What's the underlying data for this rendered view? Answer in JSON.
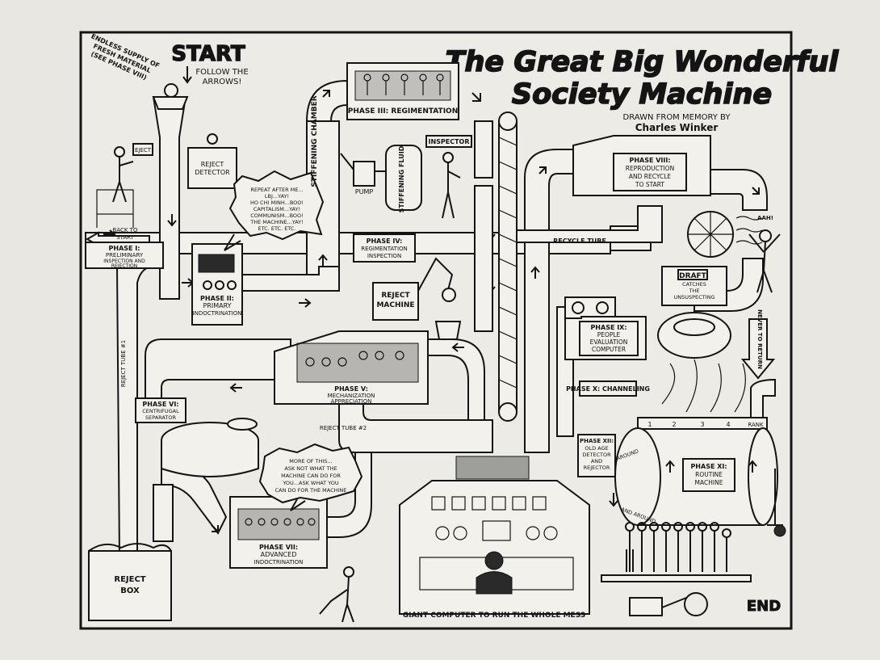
{
  "title": {
    "line1": "The Great Big Wonderful",
    "line2": "Society Machine"
  },
  "credit": {
    "line1": "DRAWN FROM MEMORY BY",
    "line2": "Charles Winker"
  },
  "start": {
    "label": "START",
    "sub1": "FOLLOW THE",
    "sub2": "ARROWS!"
  },
  "supply": {
    "line1": "ENDLESS SUPPLY OF",
    "line2": "FRESH MATERIAL",
    "line3": "(SEE PHASE VIII)"
  },
  "end_label": "END",
  "phases": {
    "p1": [
      "PHASE I:",
      "PRELIMINARY",
      "INSPECTION AND",
      "REJECTION"
    ],
    "p2": [
      "PHASE II:",
      "PRIMARY",
      "INDOCTRINATION"
    ],
    "p3": "PHASE III: REGIMENTATION",
    "p4": [
      "PHASE IV:",
      "REGIMENTATION",
      "INSPECTION"
    ],
    "p5": [
      "PHASE V:",
      "MECHANIZATION",
      "APPRECIATION"
    ],
    "p6": [
      "PHASE VI:",
      "CENTRIFUGAL",
      "SEPARATOR"
    ],
    "p7": [
      "PHASE VII:",
      "ADVANCED",
      "INDOCTRINATION"
    ],
    "p8": [
      "PHASE VIII:",
      "REPRODUCTION",
      "AND RECYCLE",
      "TO START"
    ],
    "p9": [
      "PHASE IX:",
      "PEOPLE",
      "EVALUATION",
      "COMPUTER"
    ],
    "p10": "PHASE X: CHANNELING",
    "p11": [
      "PHASE XI:",
      "ROUTINE",
      "MACHINE"
    ],
    "p12": [
      "PHASE XII:",
      "OLD AGE",
      "DETECTOR",
      "AND",
      "REJECTOR"
    ]
  },
  "labels": {
    "reject_detector": [
      "REJECT",
      "DETECTOR"
    ],
    "reject_machine": [
      "REJECT",
      "MACHINE"
    ],
    "reject_box": [
      "REJECT",
      "BOX"
    ],
    "stiffening_chamber": "STIFFENING CHAMBER",
    "stiffening_fluid": "STIFFENING FLUID",
    "pump": "PUMP",
    "inspector": "INSPECTOR",
    "recycle_tube": "RECYCLE TUBE",
    "back_to_start": [
      "BACK TO",
      "START"
    ],
    "reject_tube_1": "REJECT TUBE #1",
    "reject_tube_2": "REJECT TUBE #2",
    "draft": "DRAFT",
    "draft_sub": [
      "CATCHES",
      "THE",
      "UNSUSPECTING"
    ],
    "never_return": "NEVER TO RETURN",
    "eject": "EJECT",
    "computer_caption": "GIANT COMPUTER TO RUN THE WHOLE MESS",
    "aah": "AAH!",
    "rank": "RANK",
    "ranks": [
      "1",
      "2",
      "3",
      "4"
    ],
    "around": "AROUND",
    "and_around": "AND AROUND"
  },
  "speech": {
    "s1": [
      "REPEAT AFTER ME...",
      "LBJ...YAY!",
      "HO CHI MINH...BOO!",
      "CAPITALISM...YAY!",
      "COMMUNISM...BOO!",
      "THE MACHINE...YAY!",
      "ETC. ETC. ETC."
    ],
    "s2": [
      "MORE OF THIS...",
      "ASK NOT WHAT THE",
      "MACHINE CAN DO FOR",
      "YOU...ASK WHAT YOU",
      "CAN DO FOR THE MACHINE"
    ]
  }
}
